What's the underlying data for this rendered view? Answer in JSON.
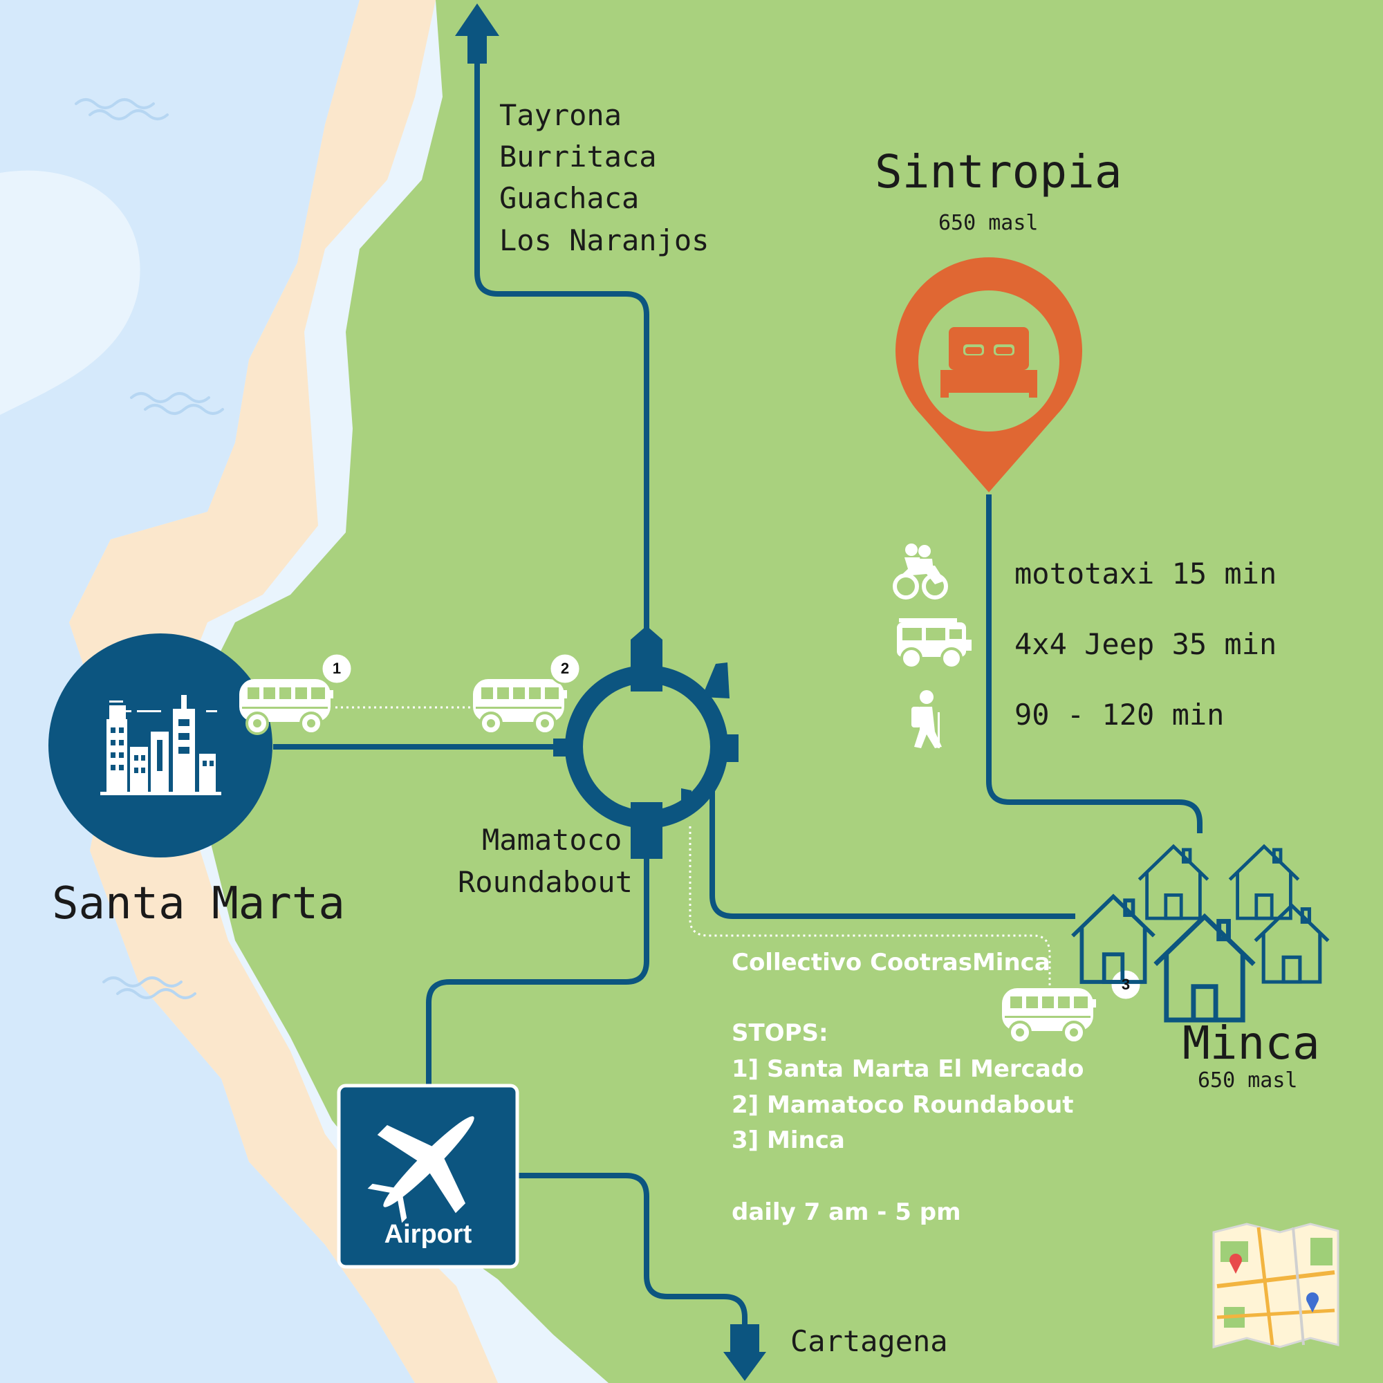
{
  "map": {
    "north_destinations": [
      "Tayrona",
      "Burritaca",
      "Guachaca",
      "Los Naranjos"
    ],
    "sintropia": {
      "name": "Sintropia",
      "elevation": "650 masl"
    },
    "transport_options": [
      {
        "icon": "motorbike-icon",
        "label": "mototaxi 15 min"
      },
      {
        "icon": "jeep-icon",
        "label": "4x4 Jeep 35 min"
      },
      {
        "icon": "hiker-icon",
        "label": "90 - 120 min"
      }
    ],
    "santa_marta": {
      "name": "Santa Marta"
    },
    "roundabout": {
      "line1": "Mamatoco",
      "line2": "Roundabout"
    },
    "minca": {
      "name": "Minca",
      "elevation": "650 masl"
    },
    "airport": {
      "label": "Airport"
    },
    "south_destination": "Cartagena",
    "bus_stops": [
      "1",
      "2",
      "3"
    ],
    "collectivo": {
      "title": "Collectivo CootrasMinca",
      "stops_heading": "STOPS:",
      "stops": [
        "1] Santa Marta El Mercado",
        "2] Mamatoco Roundabout",
        "3] Minca"
      ],
      "schedule": "daily 7 am - 5 pm"
    },
    "colors": {
      "land": "#a9d17e",
      "sea_light": "#e9f4fd",
      "sea": "#d5e9fb",
      "sand": "#fbe7cc",
      "road": "#0c5580",
      "pin": "#e06733"
    }
  }
}
